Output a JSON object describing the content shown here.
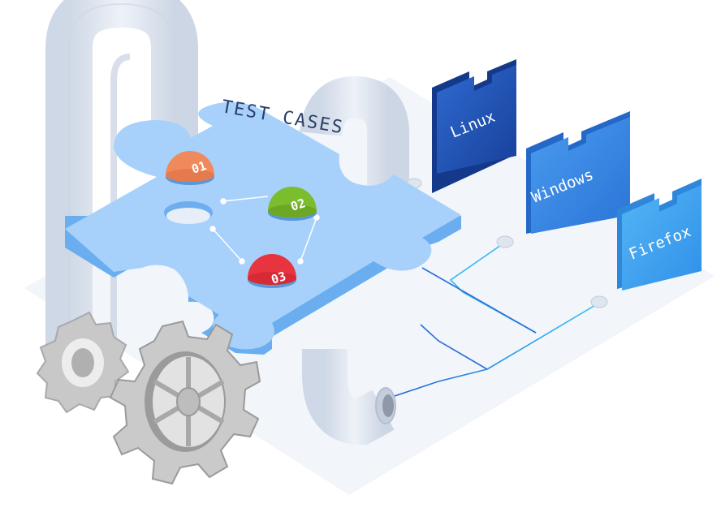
{
  "illustration": {
    "title": "TEST CASES",
    "cases": [
      {
        "label": "01",
        "color": "#f08a5d"
      },
      {
        "label": "02",
        "color": "#7cbd2e"
      },
      {
        "label": "03",
        "color": "#e8343f"
      }
    ],
    "platforms": [
      {
        "label": "Linux",
        "color_top": "#2a63c9",
        "color_bottom": "#1c4aa7"
      },
      {
        "label": "Windows",
        "color_top": "#3f8fe8",
        "color_bottom": "#2c76d8"
      },
      {
        "label": "Firefox",
        "color_top": "#4aa9f0",
        "color_bottom": "#2f93ea"
      }
    ],
    "colors": {
      "platform": "#eef2f8",
      "pipe": "#dde4ef",
      "pipe_shadow": "#c6d0e0",
      "puzzle_top": "#a9d3fb",
      "puzzle_side": "#6fb1f0",
      "gear": "#c9c9c9",
      "gear_dark": "#9a9a9a",
      "wire": "#2c7be5"
    }
  }
}
